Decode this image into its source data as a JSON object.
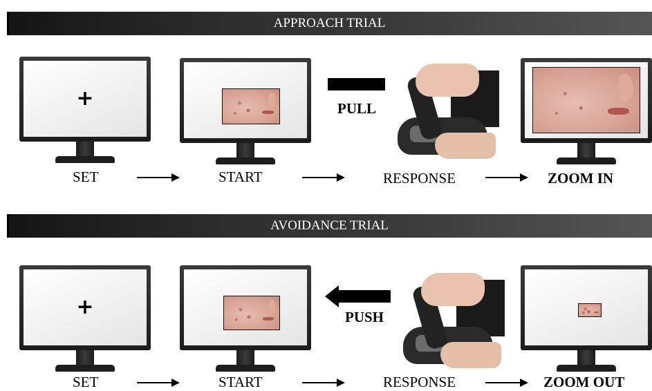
{
  "approach": {
    "title": "APPROACH TRIAL",
    "steps": [
      "SET",
      "START",
      "RESPONSE",
      "ZOOM IN"
    ],
    "action": "PULL"
  },
  "avoidance": {
    "title": "AVOIDANCE TRIAL",
    "steps": [
      "SET",
      "START",
      "RESPONSE",
      "ZOOM OUT"
    ],
    "action": "PUSH"
  },
  "fixation_symbol": "+",
  "icons": {
    "monitor": "monitor-icon",
    "joystick": "joystick-hand-image",
    "face": "face-stimulus-image"
  }
}
